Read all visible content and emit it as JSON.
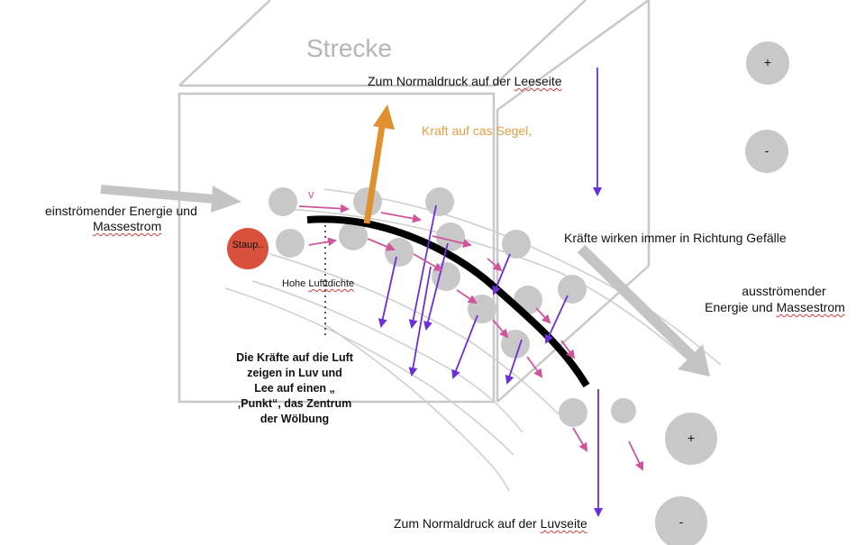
{
  "title": "Strecke",
  "labels": {
    "lee_before": "Zum Normaldruck auf der ",
    "lee_word": "Leeseite",
    "kraft": "Kraft auf cas Segel,",
    "einstr_line1": "einströmender Energie und",
    "einstr_line2": "Massestrom",
    "gefaelle": "Kräfte wirken immer in Richtung Gefälle",
    "ausstr_line1": "ausströmender",
    "ausstr_line2_before": "Energie und ",
    "ausstr_line2_word": "Massestrom",
    "staup": "Staup..",
    "hohe": "Hohe ",
    "luftdichte": "Lufttdichte",
    "v": "v",
    "kraefte": "Die Kräfte auf die Luft zeigen in Luv und Lee auf einen „ ‚Punkt“, das Zentrum der Wölbung",
    "luv_before": "Zum Normaldruck auf der ",
    "luv_word": "Luvseite"
  },
  "signs": {
    "plus": "+",
    "minus": "-"
  },
  "colors": {
    "particle": "#c8c8c8",
    "stagnation": "#d9503c",
    "sail": "#000000",
    "force_arrow": "#6a2fd6",
    "velocity_arrow": "#d0559c",
    "sail_force": "#e0902e",
    "flow_arrow": "#c4c4c4",
    "frame": "#c8c8c8",
    "kraft_text": "#e0a040"
  }
}
